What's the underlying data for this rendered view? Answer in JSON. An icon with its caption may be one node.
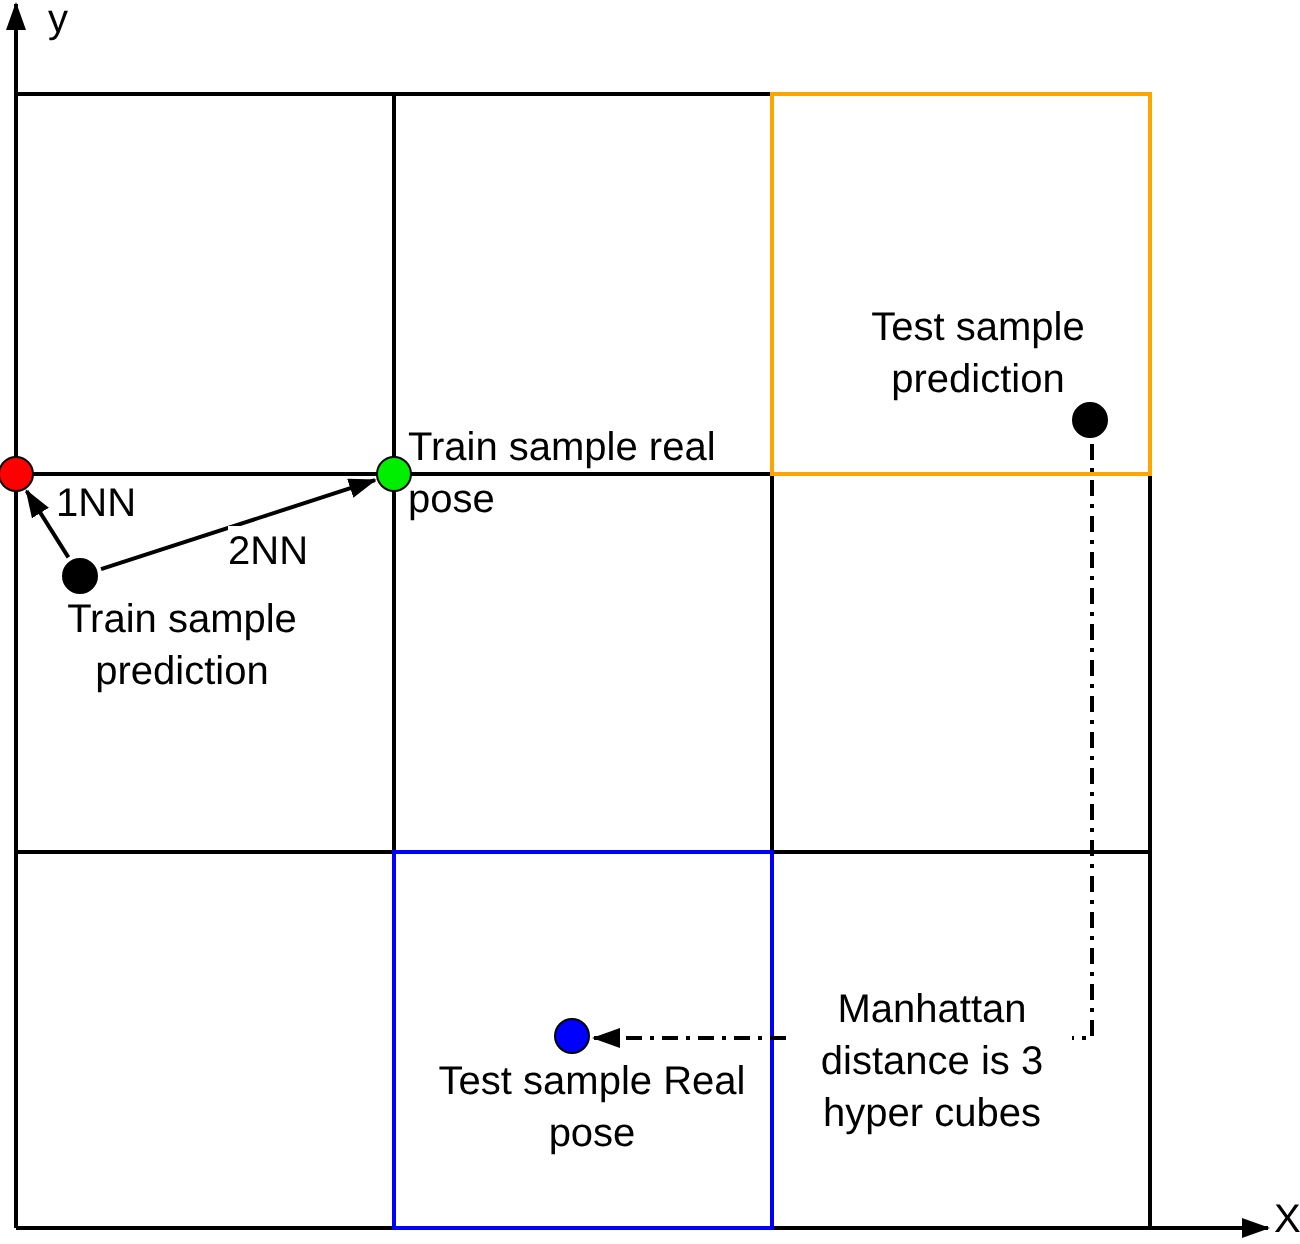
{
  "diagram": {
    "nodes": [
      {
        "text": [],
        "shape": "circle"
      },
      {
        "text": [],
        "shape": "circle",
        "beside": [
          "Train sample real pose"
        ]
      },
      {
        "text": [],
        "shape": "circle",
        "beside": [
          "Train sample prediction"
        ]
      },
      {
        "text": [],
        "shape": "box"
      },
      {
        "text": [],
        "shape": "circle",
        "in": 3,
        "beside": [
          "Test sample prediction"
        ]
      },
      {
        "text": [],
        "shape": "box"
      },
      {
        "text": [],
        "shape": "circle",
        "in": 5,
        "beside": [
          "Test sample Real pose"
        ]
      }
    ],
    "edges": [
      {
        "from": 2,
        "to": 0,
        "arrow": "to",
        "label": "1NN"
      },
      {
        "from": 2,
        "to": 1,
        "arrow": "to",
        "label": "2NN"
      },
      {
        "from": 4,
        "to": 6,
        "arrow": "to",
        "style": "dashed",
        "label": "Manhattan distance is 3 hyper cubes"
      }
    ],
    "labels": [
      "y",
      "X"
    ]
  }
}
